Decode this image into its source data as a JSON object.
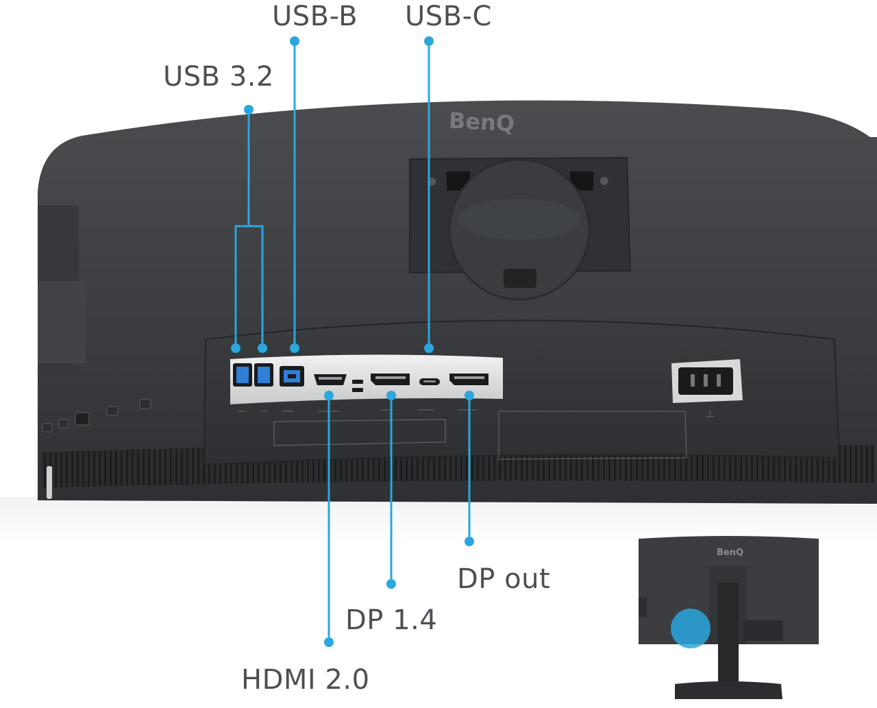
{
  "brand": "BenQ",
  "accent_color": "#2aa7de",
  "port_labels": {
    "usb_b": "USB-B",
    "usb_c": "USB-C",
    "usb_32": "USB 3.2",
    "dp_out": "DP out",
    "dp_14": "DP 1.4",
    "hdmi_20": "HDMI 2.0"
  },
  "icons": [
    "usb-a-port-icon",
    "usb-b-port-icon",
    "hdmi-port-icon",
    "displayport-port-icon",
    "usb-c-port-icon",
    "power-socket-icon"
  ]
}
